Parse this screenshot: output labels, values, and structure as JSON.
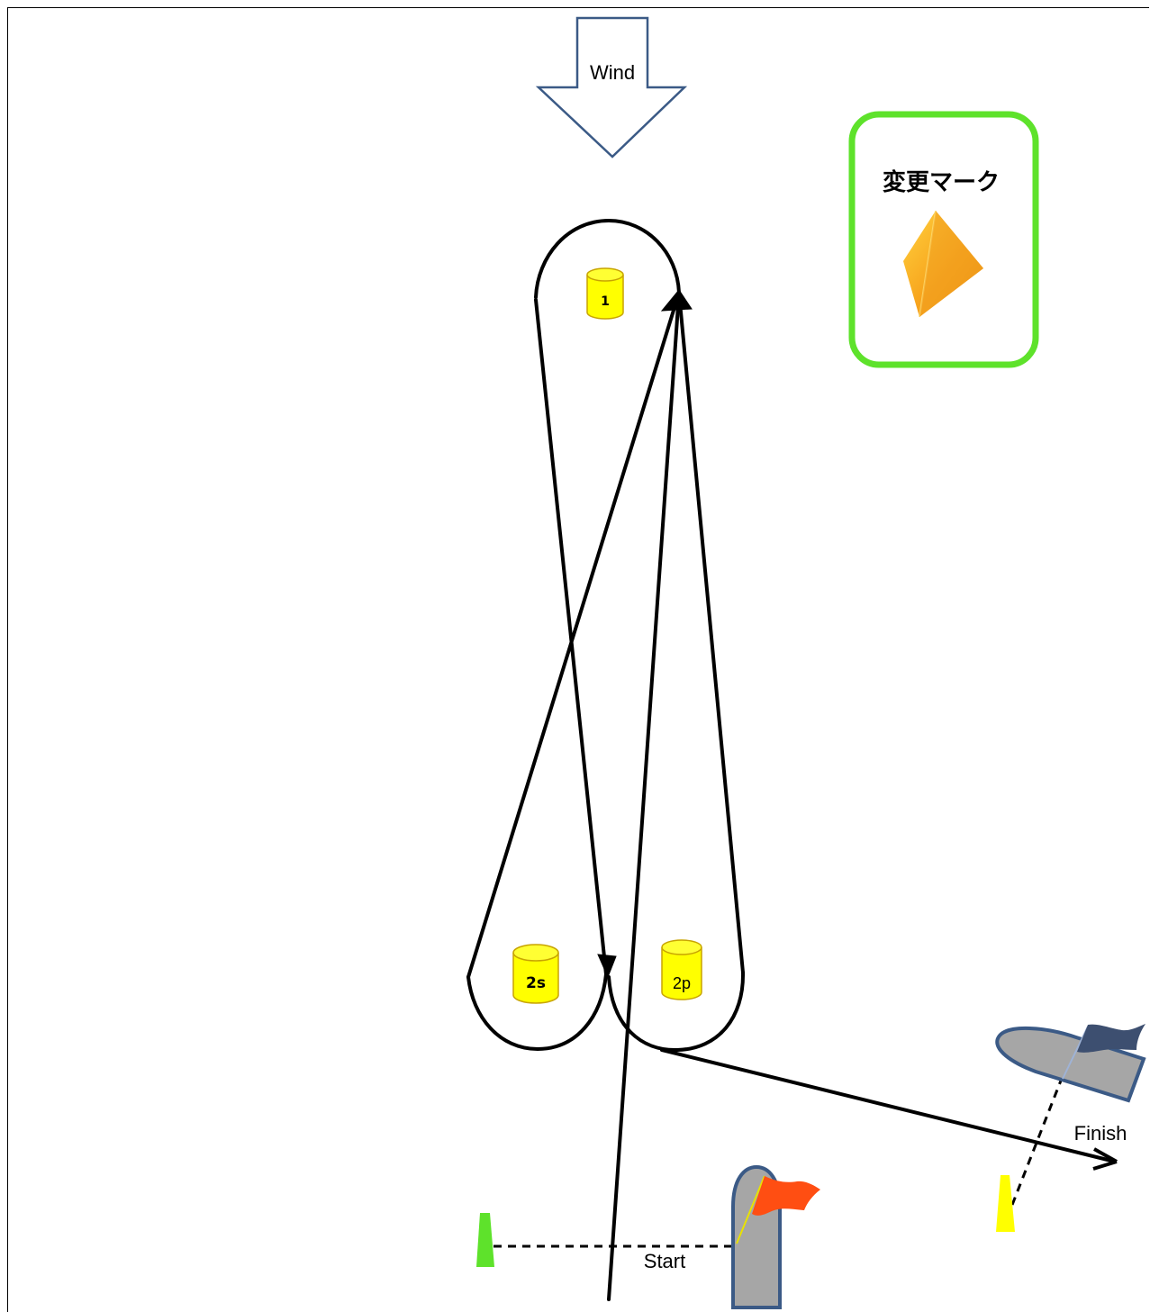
{
  "wind": {
    "label": "Wind"
  },
  "legend": {
    "title": "変更マーク"
  },
  "marks": {
    "mark1": "1",
    "mark2s": "2s",
    "mark2p": "2p"
  },
  "lines": {
    "start": "Start",
    "finish": "Finish"
  },
  "colors": {
    "buoy_fill": "#ffff00",
    "legend_border": "#5ee22b",
    "change_mark": "#f5a623",
    "committee_boat": "#a6a6a6",
    "boat_outline": "#3b5a86",
    "start_flag": "#ff4e12",
    "finish_flag": "#3d4f70",
    "pin_start": "#5ee22b",
    "pin_finish": "#ffff00"
  }
}
